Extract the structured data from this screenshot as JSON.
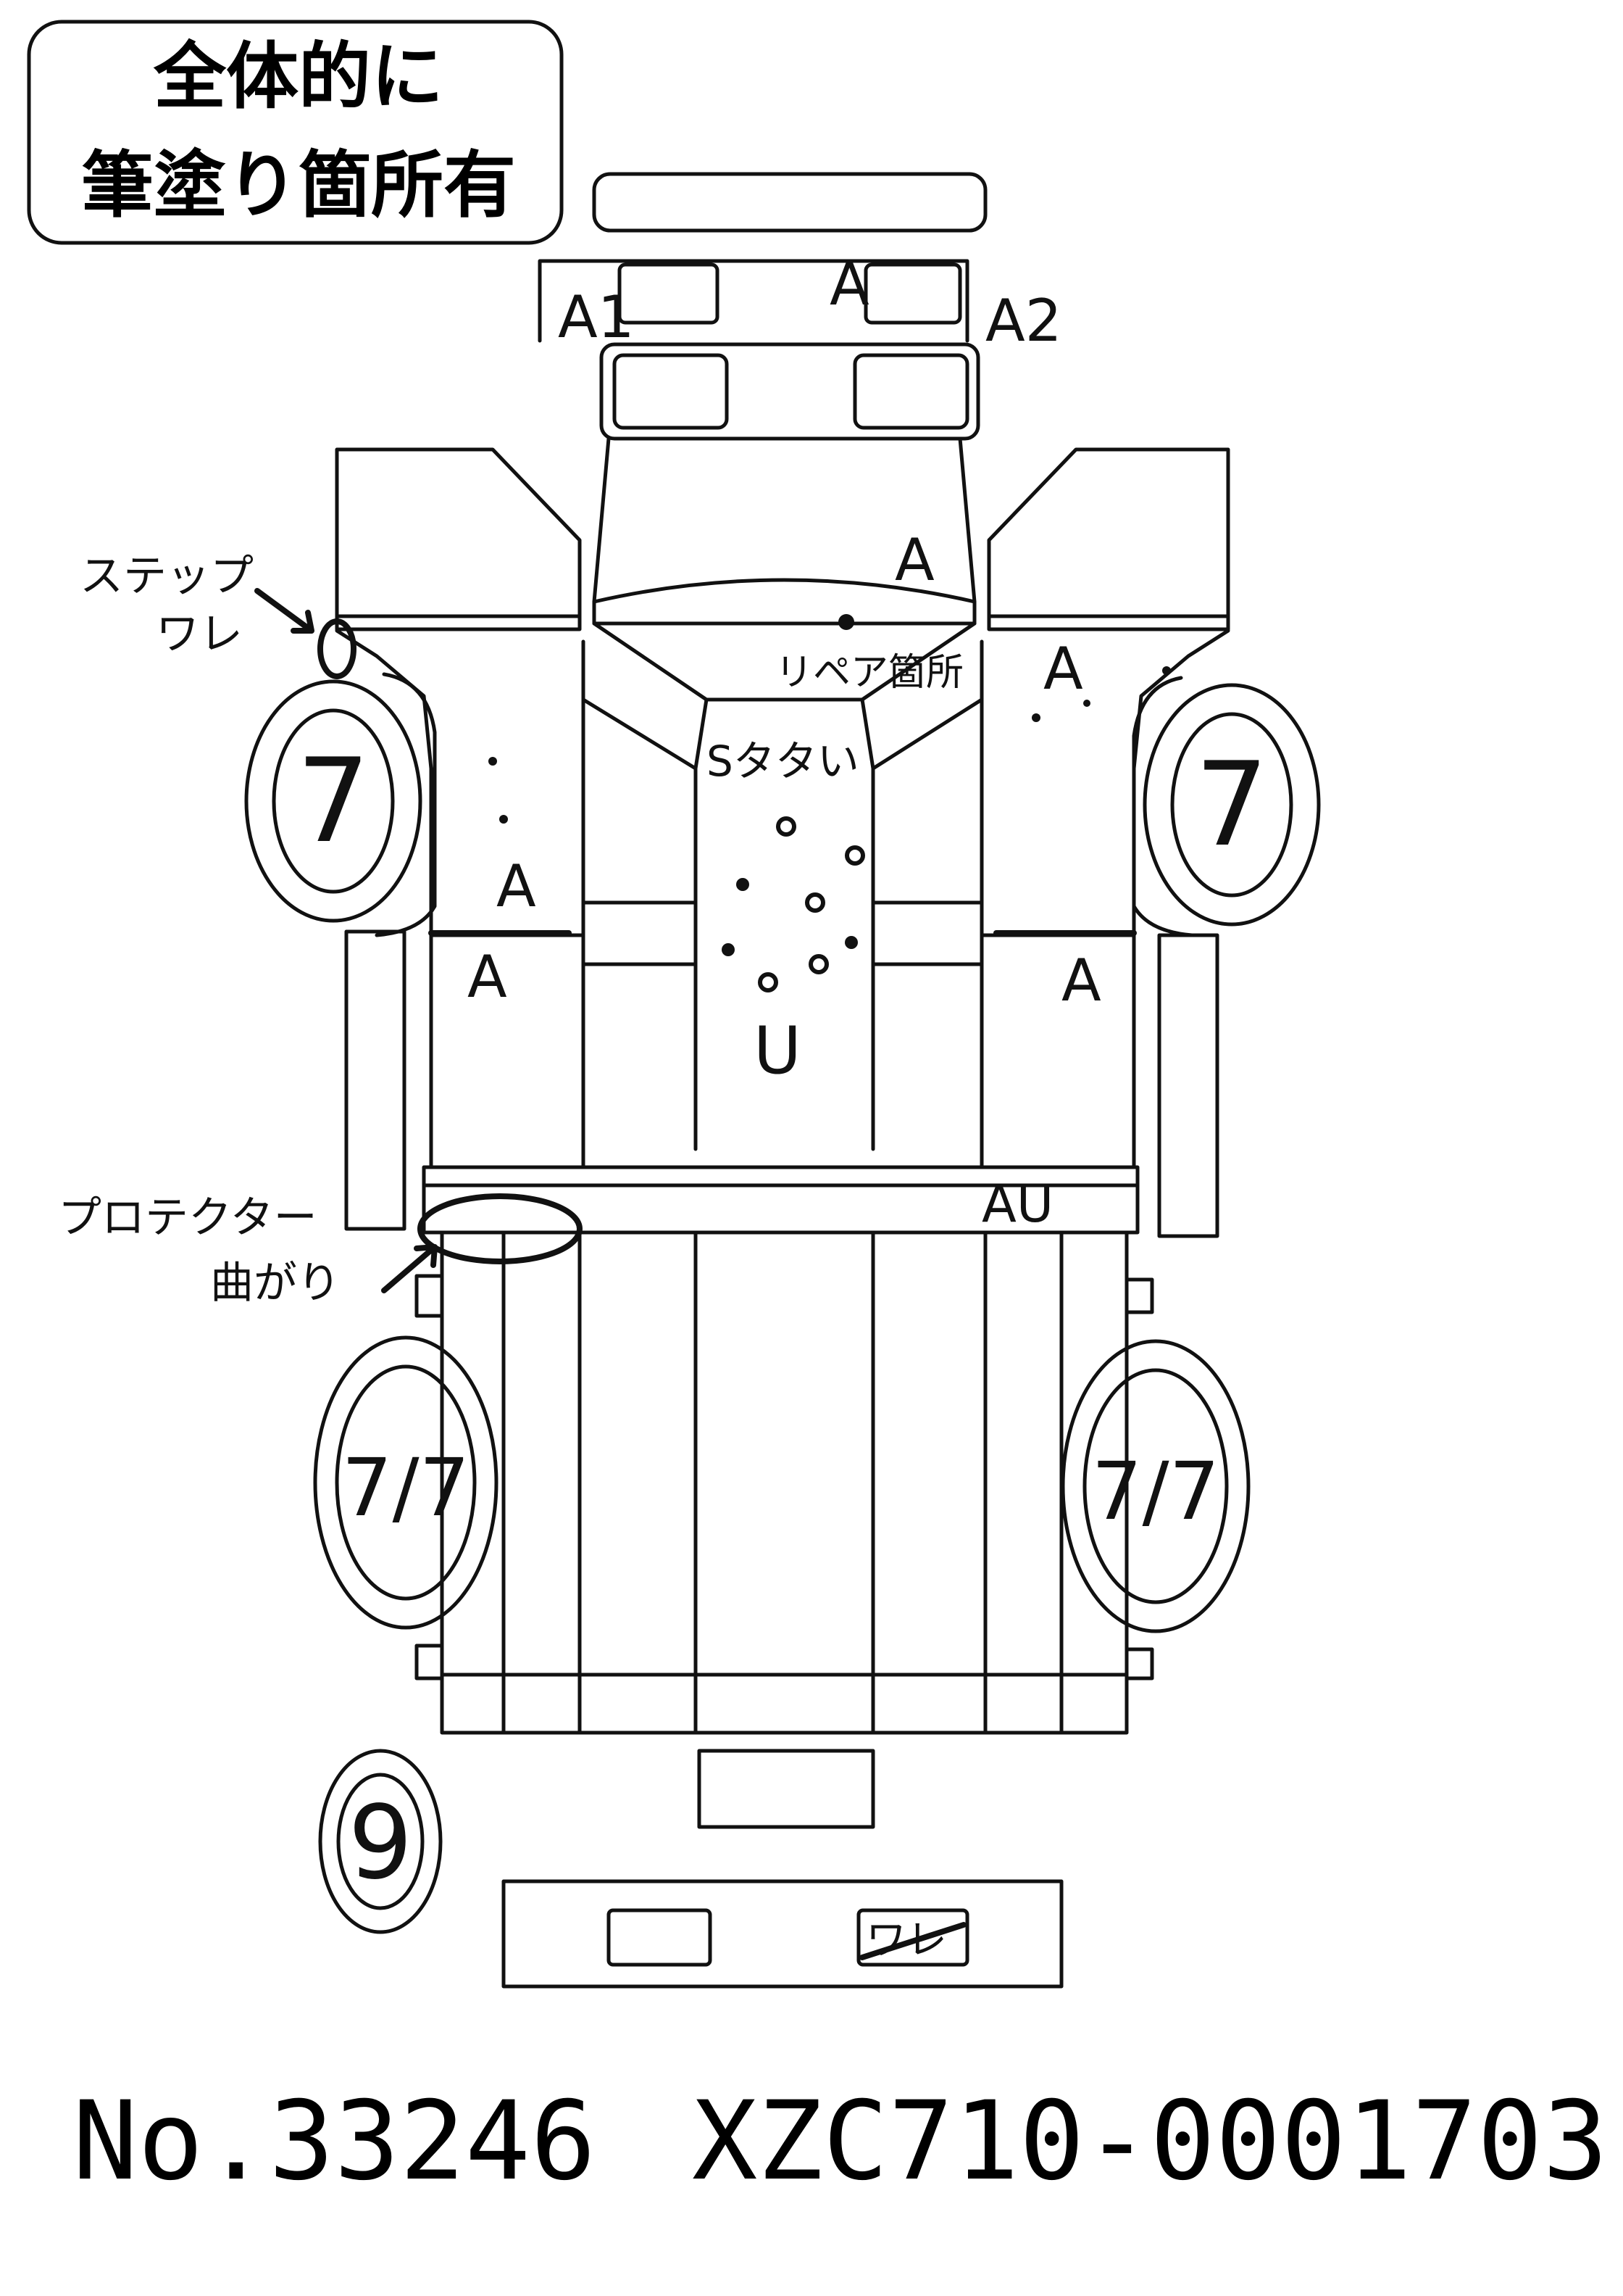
{
  "note_box": {
    "line1": "全体的に",
    "line2": "筆塗り箇所有"
  },
  "annotations": {
    "a1": "A1",
    "a_front": "A",
    "a2": "A2",
    "step_line1": "ステップ",
    "step_line2": "ワレ",
    "hood_a": "A",
    "repair": "リペア箇所",
    "right_fender_a": "A",
    "scratch": "Sタタい",
    "left_upper_a": "A",
    "left_lower_a": "A",
    "right_lower_a": "A",
    "center_u": "U",
    "protector_line1": "プロテクター",
    "protector_line2": "曲がり",
    "rear_au": "AU",
    "rear_plate": "ワレ"
  },
  "tires": {
    "front_left": "7",
    "front_right": "7",
    "rear_left": "7/7",
    "rear_right": "7/7",
    "spare": "9"
  },
  "footer": {
    "number": "No.33246",
    "chassis": "XZC710-0001703"
  }
}
